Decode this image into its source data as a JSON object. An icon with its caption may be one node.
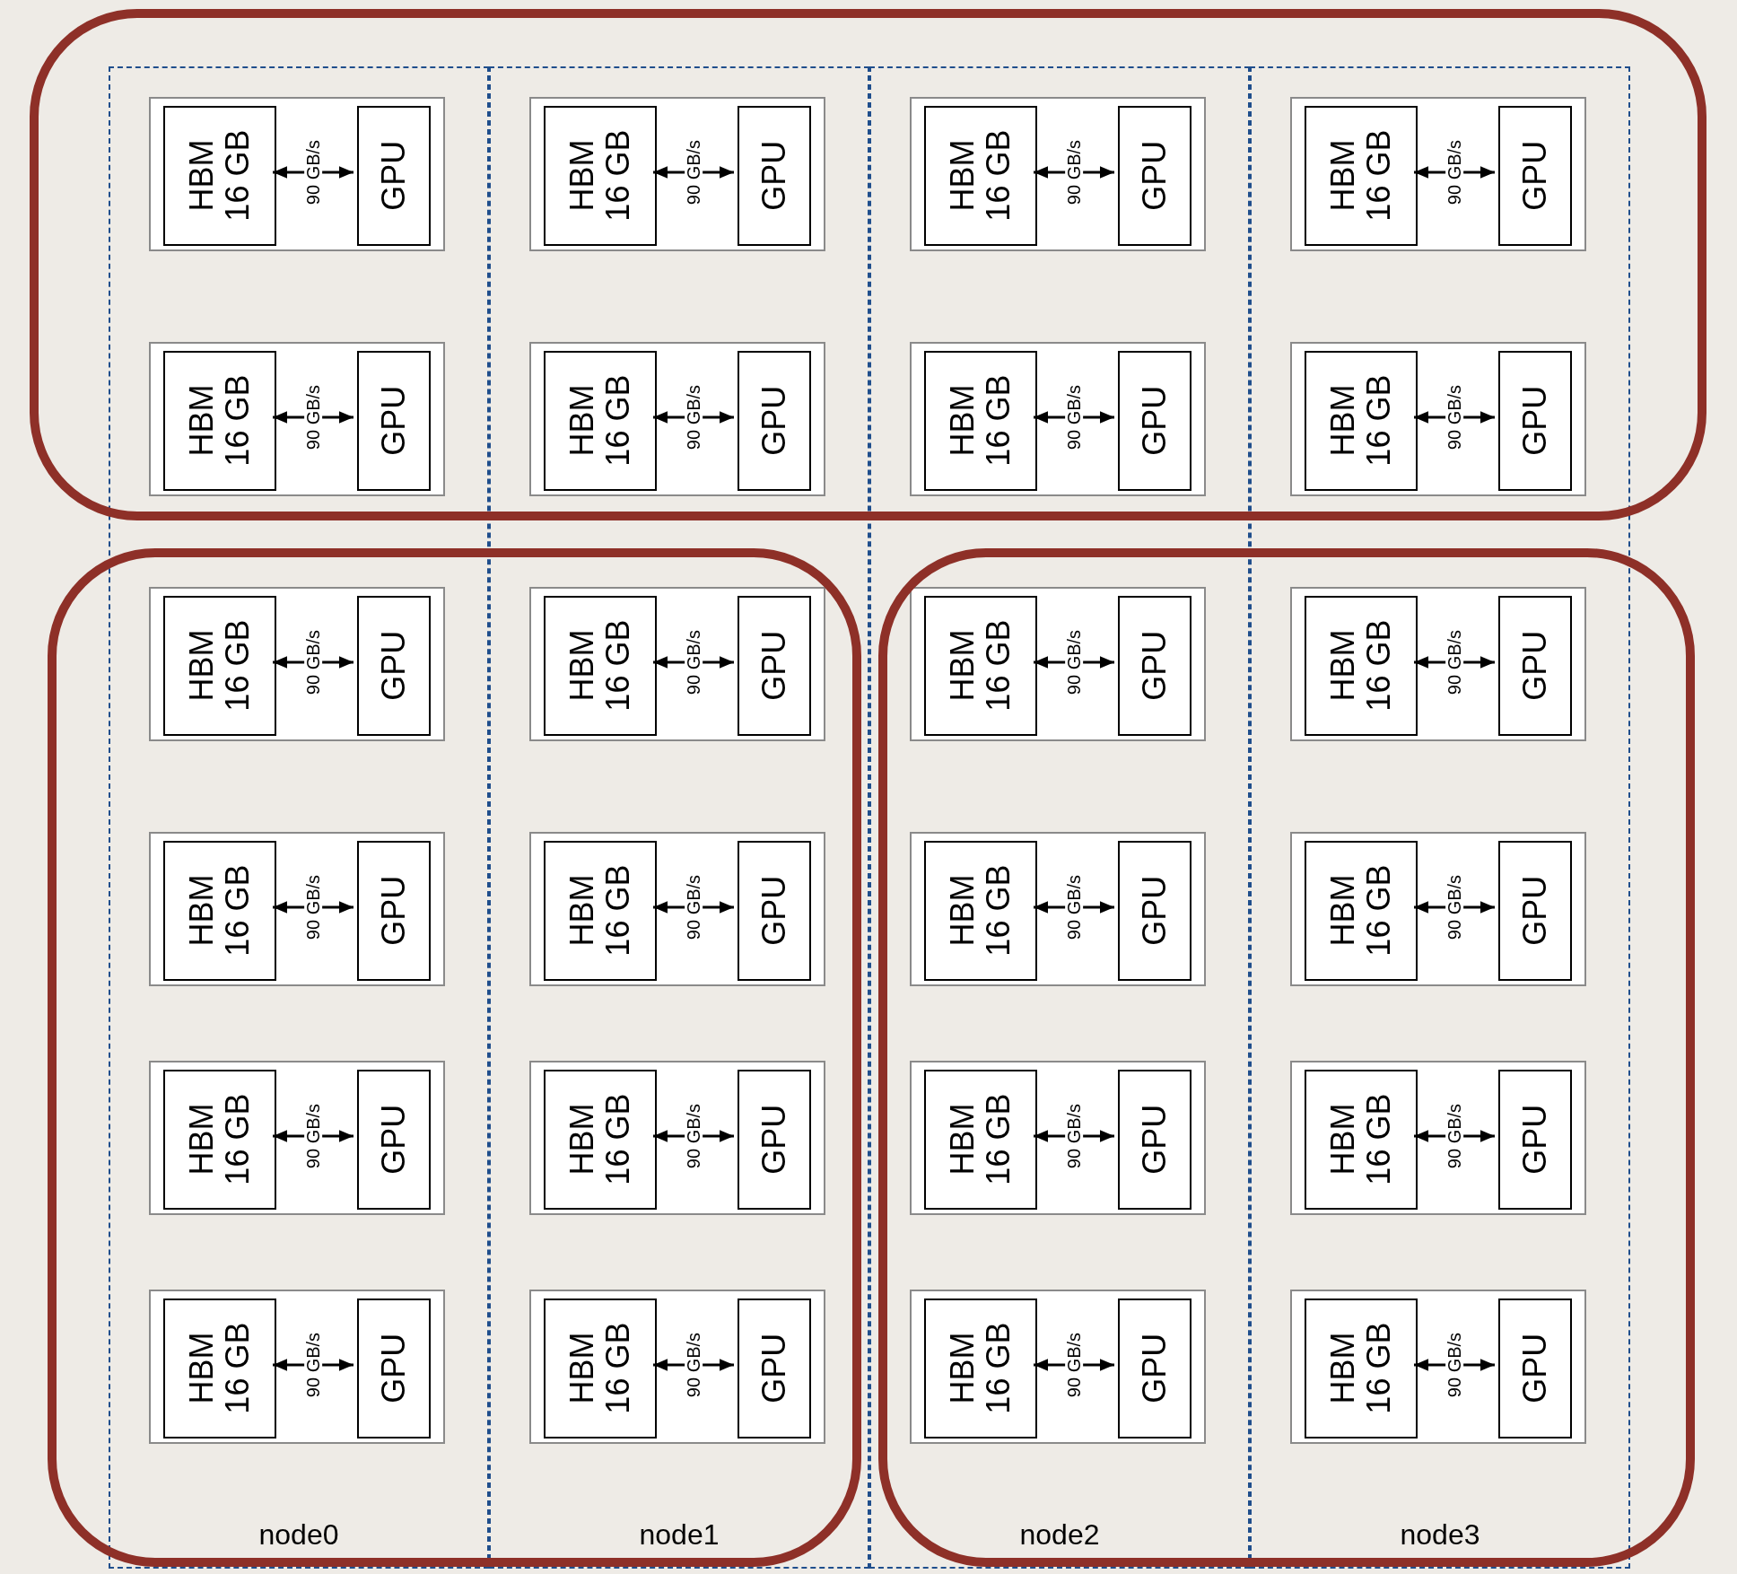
{
  "diagram": {
    "nodes": [
      {
        "text": [
          "node0"
        ]
      },
      {
        "text": [],
        "shape": "box",
        "in": 0
      },
      {
        "text": [
          "HBM 16 GB"
        ],
        "in": 1
      },
      {
        "text": [
          "GPU"
        ],
        "in": 1
      },
      {
        "text": [],
        "shape": "box",
        "in": 0
      },
      {
        "text": [
          "HBM 16 GB"
        ],
        "in": 4
      },
      {
        "text": [
          "GPU"
        ],
        "in": 4
      },
      {
        "text": [],
        "shape": "box",
        "in": 0
      },
      {
        "text": [
          "HBM 16 GB"
        ],
        "in": 7
      },
      {
        "text": [
          "GPU"
        ],
        "in": 7
      },
      {
        "text": [],
        "shape": "box",
        "in": 0
      },
      {
        "text": [
          "HBM 16 GB"
        ],
        "in": 10
      },
      {
        "text": [
          "GPU"
        ],
        "in": 10
      },
      {
        "text": [],
        "shape": "box",
        "in": 0
      },
      {
        "text": [
          "HBM 16 GB"
        ],
        "in": 13
      },
      {
        "text": [
          "GPU"
        ],
        "in": 13
      },
      {
        "text": [],
        "shape": "box",
        "in": 0
      },
      {
        "text": [
          "HBM 16 GB"
        ],
        "in": 16
      },
      {
        "text": [
          "GPU"
        ],
        "in": 16
      },
      {
        "text": [
          "node1"
        ]
      },
      {
        "text": [],
        "shape": "box",
        "in": 19
      },
      {
        "text": [
          "HBM 16 GB"
        ],
        "in": 20
      },
      {
        "text": [
          "GPU"
        ],
        "in": 20
      },
      {
        "text": [],
        "shape": "box",
        "in": 19
      },
      {
        "text": [
          "HBM 16 GB"
        ],
        "in": 23
      },
      {
        "text": [
          "GPU"
        ],
        "in": 23
      },
      {
        "text": [],
        "shape": "box",
        "in": 19
      },
      {
        "text": [
          "HBM 16 GB"
        ],
        "in": 26
      },
      {
        "text": [
          "GPU"
        ],
        "in": 26
      },
      {
        "text": [],
        "shape": "box",
        "in": 19
      },
      {
        "text": [
          "HBM 16 GB"
        ],
        "in": 29
      },
      {
        "text": [
          "GPU"
        ],
        "in": 29
      },
      {
        "text": [],
        "shape": "box",
        "in": 19
      },
      {
        "text": [
          "HBM 16 GB"
        ],
        "in": 32
      },
      {
        "text": [
          "GPU"
        ],
        "in": 32
      },
      {
        "text": [],
        "shape": "box",
        "in": 19
      },
      {
        "text": [
          "HBM 16 GB"
        ],
        "in": 35
      },
      {
        "text": [
          "GPU"
        ],
        "in": 35
      },
      {
        "text": [
          "node2"
        ]
      },
      {
        "text": [],
        "shape": "box",
        "in": 38
      },
      {
        "text": [
          "HBM 16 GB"
        ],
        "in": 39
      },
      {
        "text": [
          "GPU"
        ],
        "in": 39
      },
      {
        "text": [],
        "shape": "box",
        "in": 38
      },
      {
        "text": [
          "HBM 16 GB"
        ],
        "in": 42
      },
      {
        "text": [
          "GPU"
        ],
        "in": 42
      },
      {
        "text": [],
        "shape": "box",
        "in": 38
      },
      {
        "text": [
          "HBM 16 GB"
        ],
        "in": 45
      },
      {
        "text": [
          "GPU"
        ],
        "in": 45
      },
      {
        "text": [],
        "shape": "box",
        "in": 38
      },
      {
        "text": [
          "HBM 16 GB"
        ],
        "in": 48
      },
      {
        "text": [
          "GPU"
        ],
        "in": 48
      },
      {
        "text": [],
        "shape": "box",
        "in": 38
      },
      {
        "text": [
          "HBM 16 GB"
        ],
        "in": 51
      },
      {
        "text": [
          "GPU"
        ],
        "in": 51
      },
      {
        "text": [],
        "shape": "box",
        "in": 38
      },
      {
        "text": [
          "HBM 16 GB"
        ],
        "in": 54
      },
      {
        "text": [
          "GPU"
        ],
        "in": 54
      },
      {
        "text": [
          "node3"
        ]
      },
      {
        "text": [],
        "shape": "box",
        "in": 57
      },
      {
        "text": [
          "HBM 16 GB"
        ],
        "in": 58
      },
      {
        "text": [
          "GPU"
        ],
        "in": 58
      },
      {
        "text": [],
        "shape": "box",
        "in": 57
      },
      {
        "text": [
          "HBM 16 GB"
        ],
        "in": 61
      },
      {
        "text": [
          "GPU"
        ],
        "in": 61
      },
      {
        "text": [],
        "shape": "box",
        "in": 57
      },
      {
        "text": [
          "HBM 16 GB"
        ],
        "in": 64
      },
      {
        "text": [
          "GPU"
        ],
        "in": 64
      },
      {
        "text": [],
        "shape": "box",
        "in": 57
      },
      {
        "text": [
          "HBM 16 GB"
        ],
        "in": 67
      },
      {
        "text": [
          "GPU"
        ],
        "in": 67
      },
      {
        "text": [],
        "shape": "box",
        "in": 57
      },
      {
        "text": [
          "HBM 16 GB"
        ],
        "in": 70
      },
      {
        "text": [
          "GPU"
        ],
        "in": 70
      },
      {
        "text": [],
        "shape": "box",
        "in": 57
      },
      {
        "text": [
          "HBM 16 GB"
        ],
        "in": 73
      },
      {
        "text": [
          "GPU"
        ],
        "in": 73
      }
    ],
    "edges": [
      {
        "from": 2,
        "to": 3,
        "arrow": "both",
        "label": "90 GB/s"
      },
      {
        "from": 5,
        "to": 6,
        "arrow": "both",
        "label": "90 GB/s"
      },
      {
        "from": 8,
        "to": 9,
        "arrow": "both",
        "label": "90 GB/s"
      },
      {
        "from": 11,
        "to": 12,
        "arrow": "both",
        "label": "90 GB/s"
      },
      {
        "from": 14,
        "to": 15,
        "arrow": "both",
        "label": "90 GB/s"
      },
      {
        "from": 17,
        "to": 18,
        "arrow": "both",
        "label": "90 GB/s"
      },
      {
        "from": 21,
        "to": 22,
        "arrow": "both",
        "label": "90 GB/s"
      },
      {
        "from": 24,
        "to": 25,
        "arrow": "both",
        "label": "90 GB/s"
      },
      {
        "from": 27,
        "to": 28,
        "arrow": "both",
        "label": "90 GB/s"
      },
      {
        "from": 30,
        "to": 31,
        "arrow": "both",
        "label": "90 GB/s"
      },
      {
        "from": 33,
        "to": 34,
        "arrow": "both",
        "label": "90 GB/s"
      },
      {
        "from": 36,
        "to": 37,
        "arrow": "both",
        "label": "90 GB/s"
      },
      {
        "from": 40,
        "to": 41,
        "arrow": "both",
        "label": "90 GB/s"
      },
      {
        "from": 43,
        "to": 44,
        "arrow": "both",
        "label": "90 GB/s"
      },
      {
        "from": 46,
        "to": 47,
        "arrow": "both",
        "label": "90 GB/s"
      },
      {
        "from": 49,
        "to": 50,
        "arrow": "both",
        "label": "90 GB/s"
      },
      {
        "from": 52,
        "to": 53,
        "arrow": "both",
        "label": "90 GB/s"
      },
      {
        "from": 55,
        "to": 56,
        "arrow": "both",
        "label": "90 GB/s"
      },
      {
        "from": 59,
        "to": 60,
        "arrow": "both",
        "label": "90 GB/s"
      },
      {
        "from": 62,
        "to": 63,
        "arrow": "both",
        "label": "90 GB/s"
      },
      {
        "from": 65,
        "to": 66,
        "arrow": "both",
        "label": "90 GB/s"
      },
      {
        "from": 68,
        "to": 69,
        "arrow": "both",
        "label": "90 GB/s"
      },
      {
        "from": 71,
        "to": 72,
        "arrow": "both",
        "label": "90 GB/s"
      },
      {
        "from": 74,
        "to": 75,
        "arrow": "both",
        "label": "90 GB/s"
      }
    ]
  }
}
